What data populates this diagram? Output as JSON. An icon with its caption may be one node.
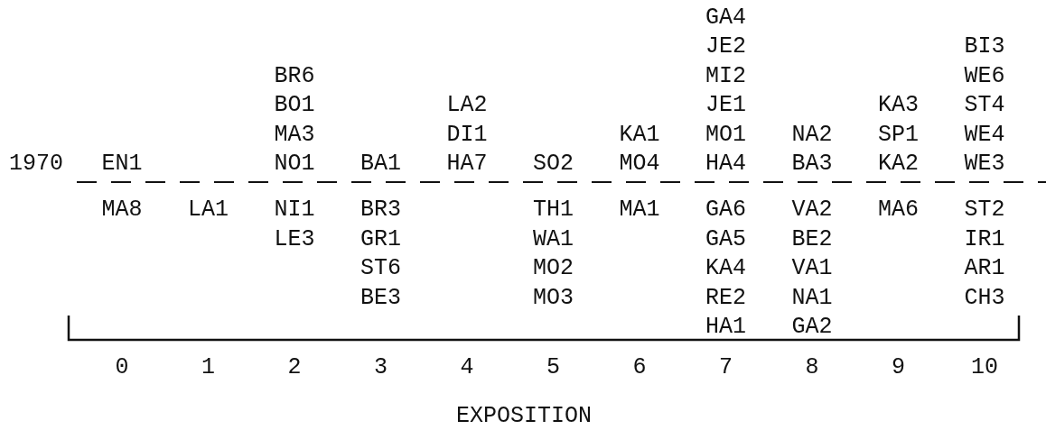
{
  "diagram": {
    "labels": [
      "1970",
      "EN1",
      "MA8",
      "LA1",
      "BR6",
      "BO1",
      "MA3",
      "NO1",
      "NI1",
      "LE3",
      "BA1",
      "BR3",
      "GR1",
      "ST6",
      "BE3",
      "LA2",
      "DI1",
      "HA7",
      "SO2",
      "TH1",
      "WA1",
      "MO2",
      "MO3",
      "KA1",
      "MO4",
      "MA1",
      "GA4",
      "JE2",
      "MI2",
      "JE1",
      "MO1",
      "HA4",
      "GA6",
      "GA5",
      "KA4",
      "RE2",
      "HA1",
      "NA2",
      "BA3",
      "VA2",
      "BE2",
      "VA1",
      "NA1",
      "GA2",
      "KA3",
      "SP1",
      "KA2",
      "MA6",
      "BI3",
      "WE6",
      "ST4",
      "WE4",
      "WE3",
      "ST2",
      "IR1",
      "AR1",
      "CH3",
      "0",
      "1",
      "2",
      "3",
      "4",
      "5",
      "6",
      "7",
      "8",
      "9",
      "10",
      "EXPOSITION"
    ]
  }
}
